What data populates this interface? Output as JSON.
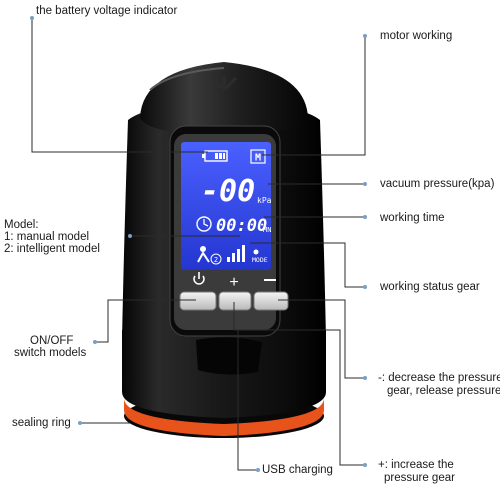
{
  "labels": {
    "battery_voltage_indicator": "the battery voltage indicator",
    "motor_working": "motor working",
    "vacuum_pressure": "vacuum pressure(kpa)",
    "working_time": "working time",
    "model_title": "Model:",
    "model_manual": "1: manual model",
    "model_intelligent": "2: intelligent model",
    "working_status_gear": "working status gear",
    "onoff_line1": "ON/OFF",
    "onoff_line2": "switch models",
    "decrease_line1": "-: decrease the pressure",
    "decrease_line2": "gear, release pressure",
    "sealing_ring": "sealing ring",
    "increase_line1": "+: increase the",
    "increase_line2": "pressure gear",
    "usb_charging": "USB charging"
  },
  "display": {
    "mode_letter": "M",
    "pressure_value": "-00",
    "pressure_unit": "kPa",
    "time_value": "00:00",
    "time_unit": "MN",
    "gear_digit": "2",
    "mode_label": "MODE"
  },
  "buttons": {
    "power_symbol": "⏻",
    "plus_symbol": "+",
    "minus_symbol": "−"
  },
  "colors": {
    "lcd_background": "#2f46e8",
    "device_body": "#121212",
    "sealing_ring": "#e8531c",
    "leader_line": "#2b2b2b"
  }
}
